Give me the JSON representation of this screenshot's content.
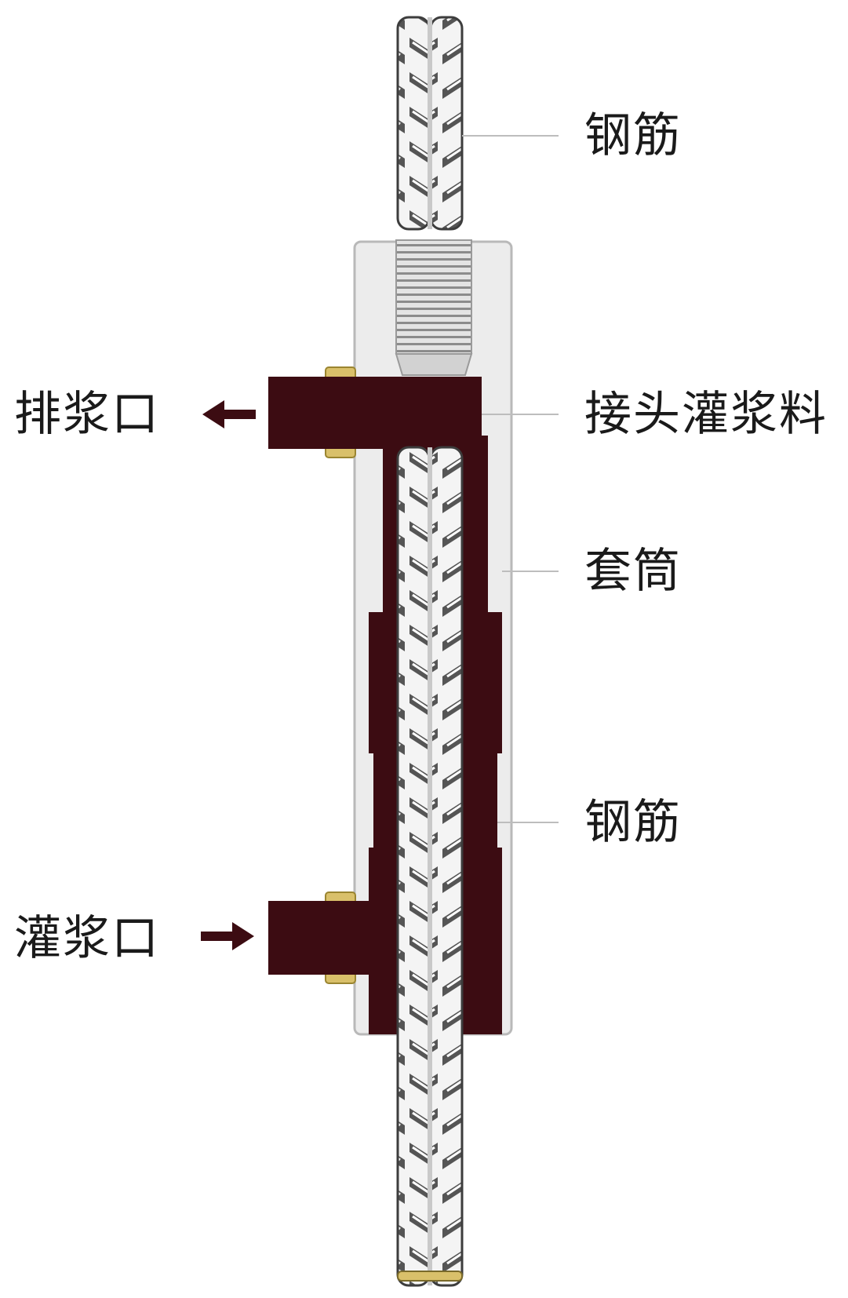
{
  "labels": {
    "rebar_top": "钢筋",
    "joint_grout": "接头灌浆料",
    "sleeve": "套筒",
    "rebar_bottom": "钢筋",
    "outlet": "排浆口",
    "inlet": "灌浆口"
  },
  "colors": {
    "grout": "#3c0c12",
    "sleeve": "#ececec",
    "sleeve_border": "#b9b9b9",
    "rebar_dark": "#4a4a4a",
    "rebar_light": "#f2f2f2",
    "leader_line": "#bdbdbd",
    "port_ring": "#d9c06a"
  }
}
